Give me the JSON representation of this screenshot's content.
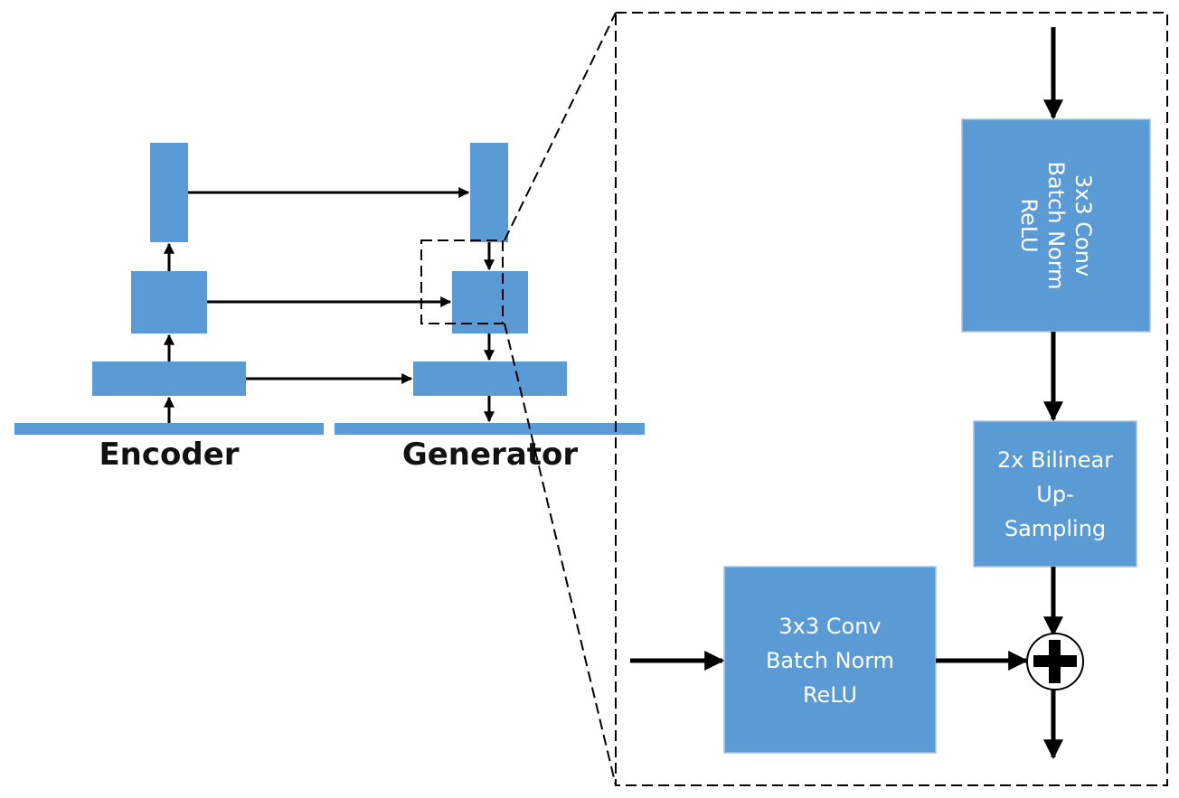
{
  "labels": {
    "encoder": "Encoder",
    "generator": "Generator"
  },
  "detail": {
    "conv_top": [
      "3x3 Conv",
      "Batch Norm",
      "ReLU"
    ],
    "upsample": [
      "2x Bilinear",
      "Up-",
      "Sampling"
    ],
    "conv_bottom": [
      "3x3 Conv",
      "Batch Norm",
      "ReLU"
    ]
  },
  "colors": {
    "block": "#5b9bd5",
    "block_border": "#a6c4e4",
    "line": "#000000"
  }
}
